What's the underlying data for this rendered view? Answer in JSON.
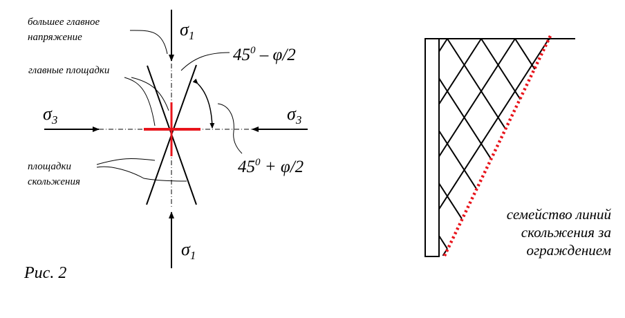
{
  "left_diagram": {
    "label_major_stress": [
      "большее главное",
      "напряжение"
    ],
    "label_principal_planes": "главные площадки",
    "label_slip_planes": [
      "площадки",
      "скольжения"
    ],
    "sigma1_top": {
      "symbol": "σ",
      "sub": "1"
    },
    "sigma1_bottom": {
      "symbol": "σ",
      "sub": "1"
    },
    "sigma3_left": {
      "symbol": "σ",
      "sub": "3"
    },
    "sigma3_right": {
      "symbol": "σ",
      "sub": "3"
    },
    "angle_minus": {
      "base": "45",
      "sup": "0",
      "rest": " – φ/2"
    },
    "angle_plus": {
      "base": "45",
      "sup": "0",
      "rest": " + φ/2"
    },
    "highlight_color": "#e8141b"
  },
  "caption": "Рис. 2",
  "right_diagram": {
    "label_family": [
      "семейство линий",
      "скольжения за",
      "ограждением"
    ],
    "dotted_line_color": "#e8141b"
  }
}
